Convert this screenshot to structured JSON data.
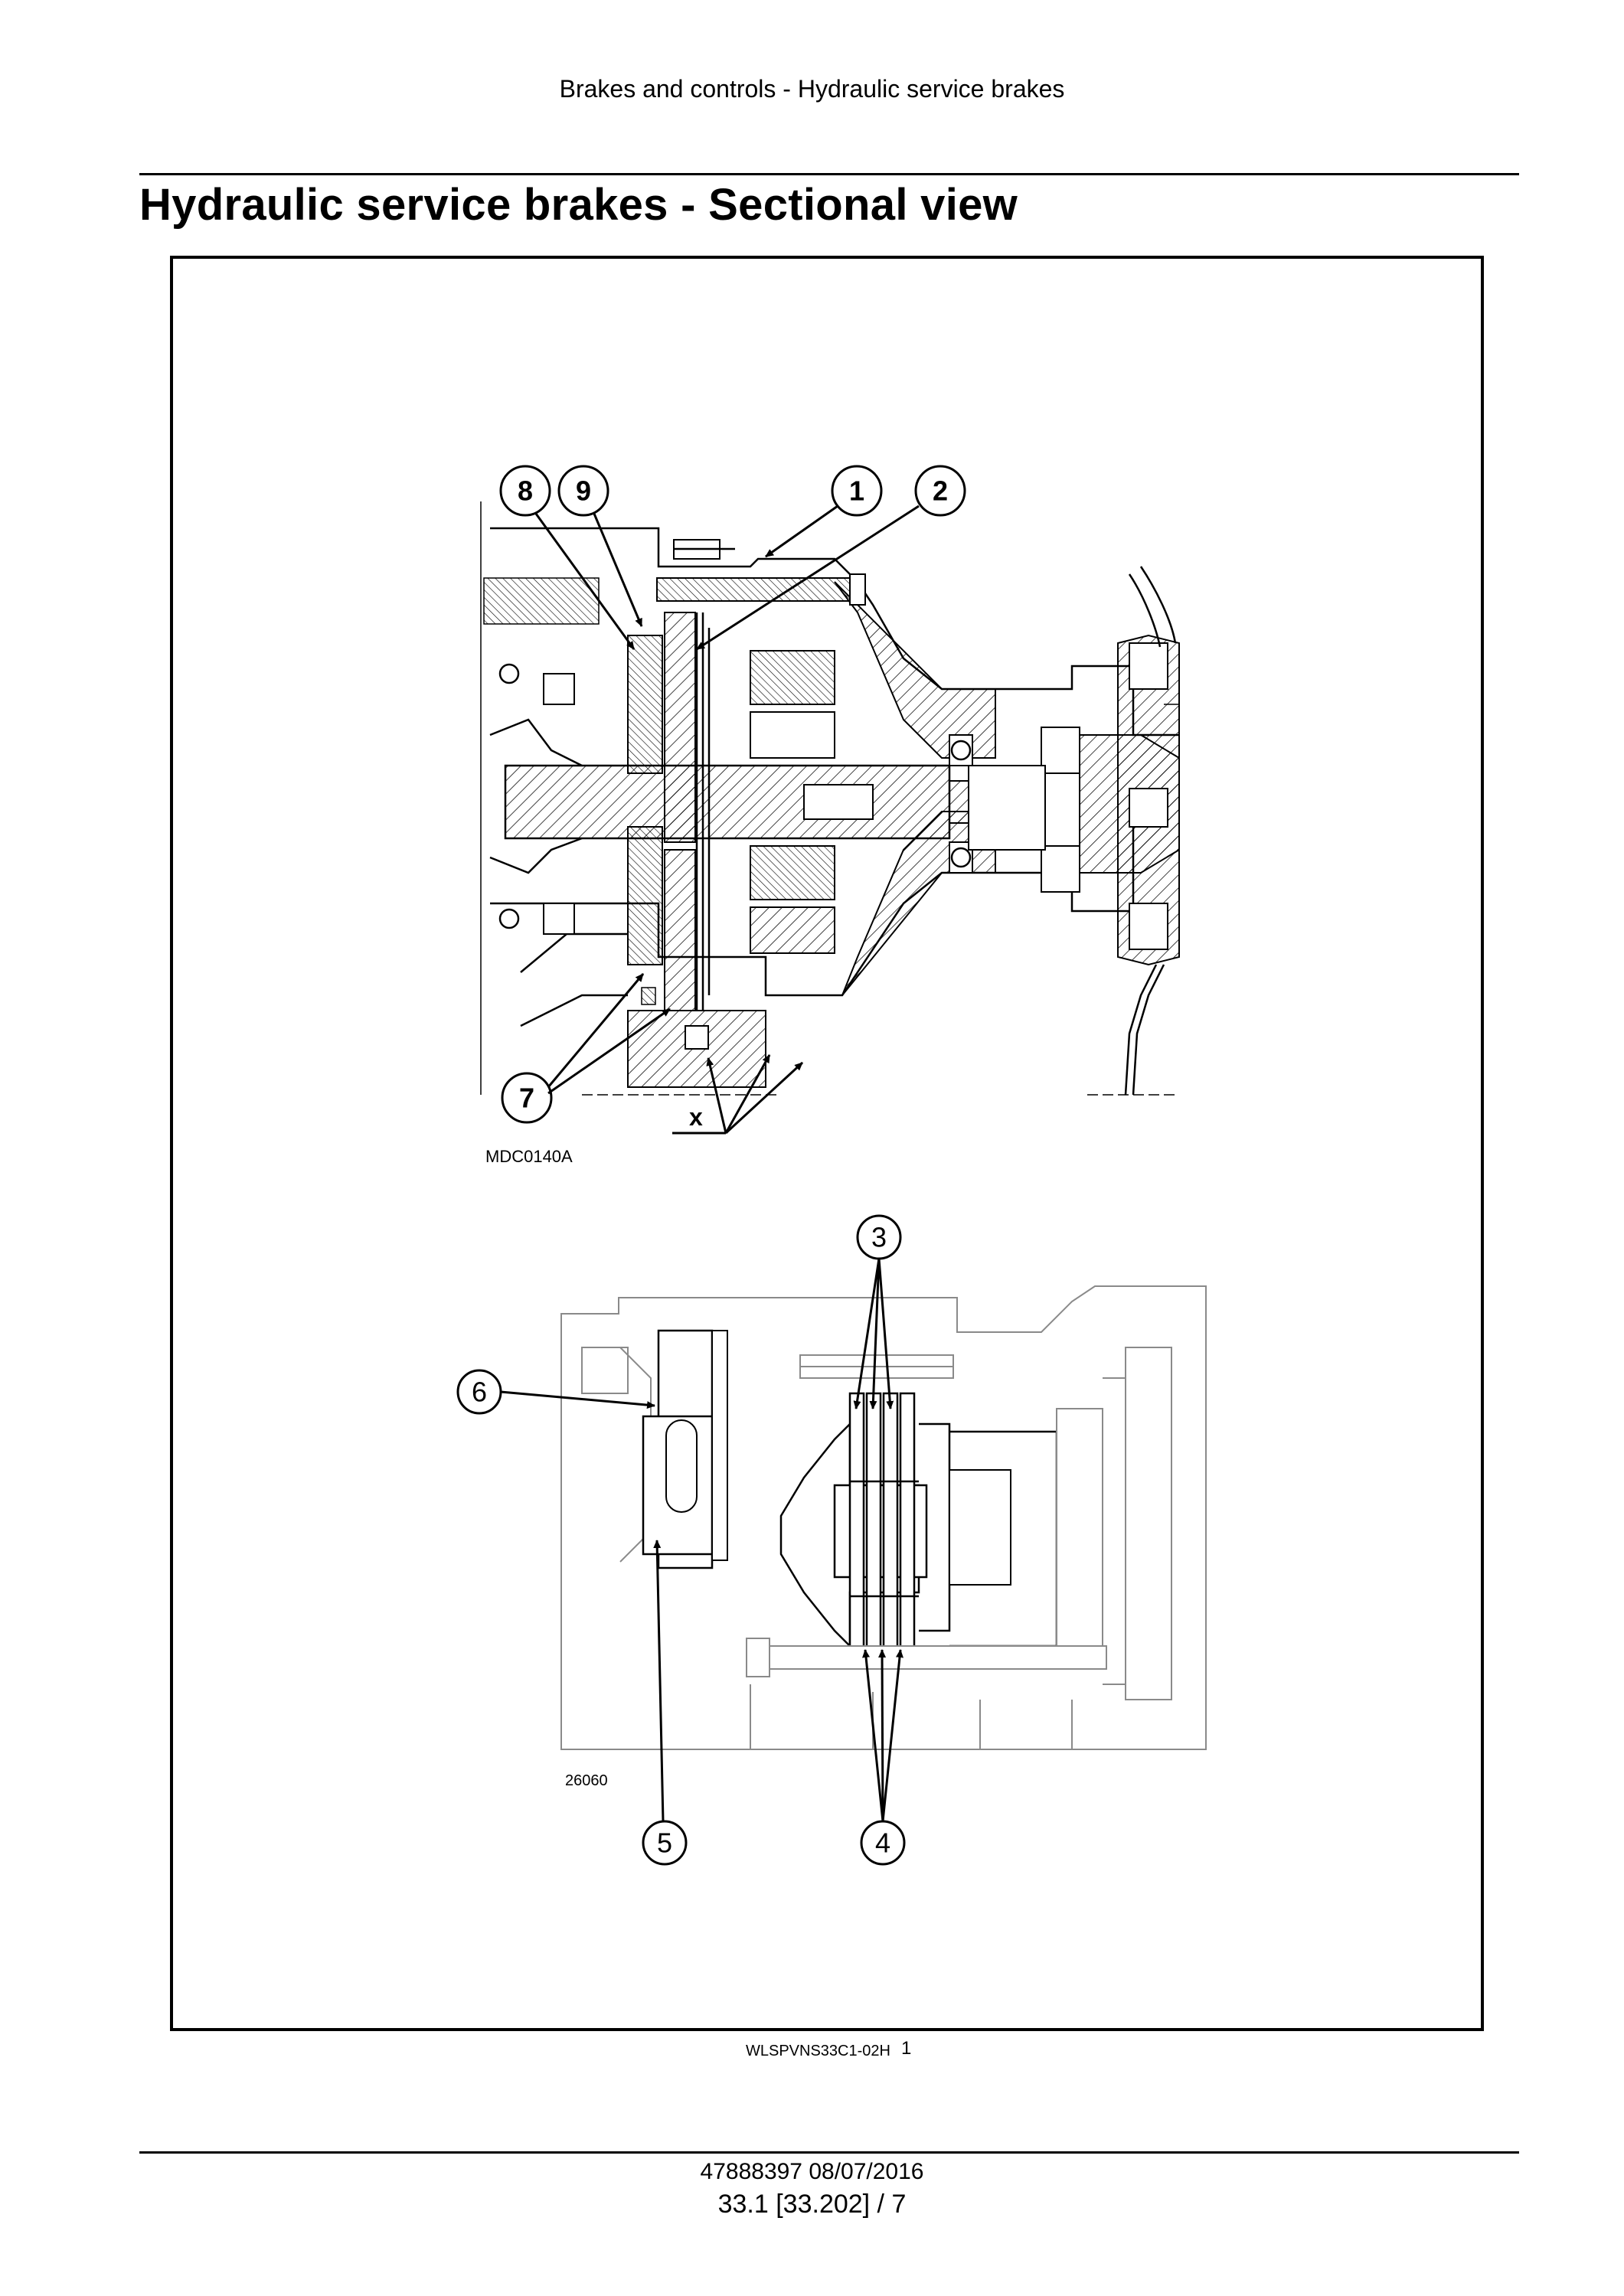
{
  "header": {
    "section_title": "Brakes and controls - Hydraulic service brakes"
  },
  "page": {
    "title": "Hydraulic service brakes - Sectional view"
  },
  "figure": {
    "top_view": {
      "drawing_code": "MDC0140A",
      "callouts": [
        "8",
        "9",
        "1",
        "2",
        "7"
      ],
      "annotation": "x"
    },
    "bottom_view": {
      "drawing_code": "26060",
      "callouts": [
        "3",
        "6",
        "5",
        "4"
      ]
    },
    "reference_code": "WLSPVNS33C1-02H",
    "figure_number": "1"
  },
  "footer": {
    "document_id": "47888397 08/07/2016",
    "page_reference": "33.1 [33.202] / 7"
  }
}
